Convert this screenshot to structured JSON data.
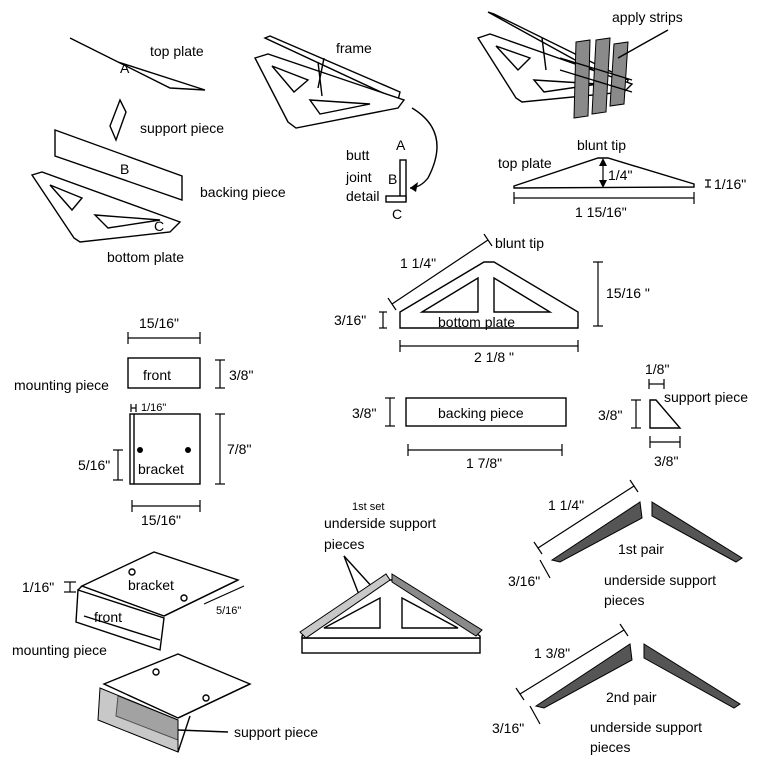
{
  "labels": {
    "top_plate": "top plate",
    "support_piece": "support piece",
    "B": "B",
    "A": "A",
    "C": "C",
    "backing_piece": "backing piece",
    "bottom_plate": "bottom plate",
    "frame": "frame",
    "butt_joint_detail_1": "butt",
    "butt_joint_detail_2": "joint",
    "butt_joint_detail_3": "detail",
    "apply_strips": "apply strips",
    "blunt_tip": "blunt tip",
    "top_plate_2": "top plate",
    "dim_quarter": "1/4\"",
    "dim_1_16": "1/16\"",
    "dim_1_15_16": "1 15/16\"",
    "dim_1_1_4": "1 1/4\"",
    "blunt_tip_2": "blunt tip",
    "dim_15_16_h": "15/16 \"",
    "dim_3_16": "3/16\"",
    "bottom_plate_2": "bottom plate",
    "dim_2_1_8": "2 1/8 \"",
    "dim_15_16_top": "15/16\"",
    "front": "front",
    "dim_3_8_front": "3/8\"",
    "mounting_piece": "mounting piece",
    "dim_1_16_b": "1/16\"",
    "dim_5_16": "5/16\"",
    "bracket": "bracket",
    "dim_7_8": "7/8\"",
    "dim_15_16_bottom": "15/16\"",
    "dim_3_8_backing": "3/8\"",
    "backing_piece_2": "backing piece",
    "dim_1_7_8": "1 7/8\"",
    "dim_1_8": "1/8\"",
    "support_piece_2": "support piece",
    "dim_3_8_sp_h": "3/8\"",
    "dim_3_8_sp_w": "3/8\"",
    "first_set": "1st set",
    "underside_support": "underside support",
    "pieces": "pieces",
    "dim_1_1_4_b": "1 1/4\"",
    "first_pair": "1st pair",
    "dim_3_16_b": "3/16\"",
    "underside_support_2": "underside support",
    "pieces_2": "pieces",
    "bracket_2": "bracket",
    "dim_1_16_c": "1/16\"",
    "front_2": "front",
    "dim_5_16_b": "5/16\"",
    "mounting_piece_2": "mounting piece",
    "support_piece_3": "support piece",
    "dim_1_3_8": "1 3/8\"",
    "second_pair": "2nd pair",
    "dim_3_16_c": "3/16\"",
    "underside_support_3": "underside support",
    "pieces_3": "pieces"
  }
}
